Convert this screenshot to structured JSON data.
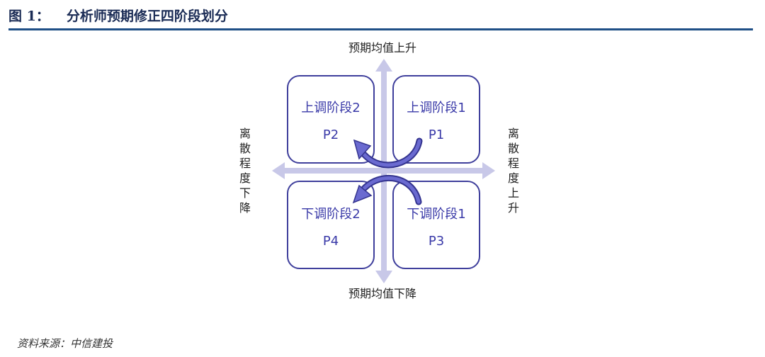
{
  "header": {
    "figure_label": "图 1：",
    "title": "分析师预期修正四阶段划分"
  },
  "axes": {
    "top": "预期均值上升",
    "bottom": "预期均值下降",
    "left": "离散程度下降",
    "right": "离散程度上升"
  },
  "quadrants": [
    {
      "position": "top-left",
      "name": "上调阶段2",
      "code": "P2"
    },
    {
      "position": "top-right",
      "name": "上调阶段1",
      "code": "P1"
    },
    {
      "position": "bottom-left",
      "name": "下调阶段2",
      "code": "P4"
    },
    {
      "position": "bottom-right",
      "name": "下调阶段1",
      "code": "P3"
    }
  ],
  "colors": {
    "axis": "#c8c8e8",
    "box_border": "#3f3f9c",
    "box_text": "#3a3aa8",
    "arrow": "#4b4bb5",
    "header_rule": "#1f4f86"
  },
  "footer": {
    "source": "资料来源：中信建投"
  }
}
